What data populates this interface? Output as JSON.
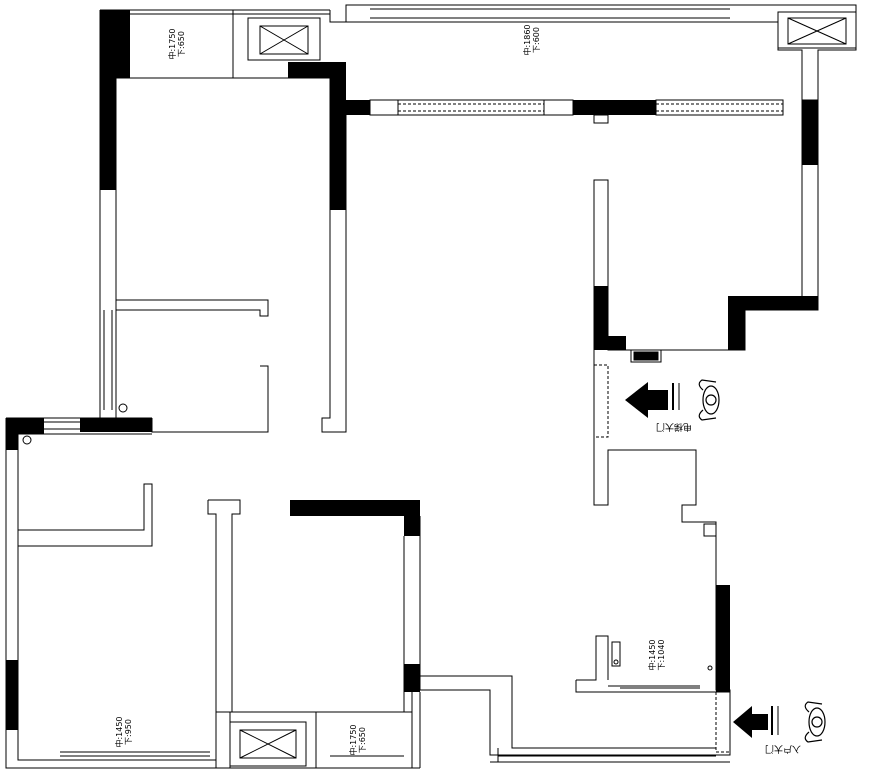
{
  "window_labels": {
    "top_left": {
      "line1": "中:1750",
      "line2": "下:650"
    },
    "top_center": {
      "line1": "中:1860",
      "line2": "下:600"
    },
    "right_middle": {
      "line1": "中:1450",
      "line2": "下:1040"
    },
    "bottom_left": {
      "line1": "中:1450",
      "line2": "下:950"
    },
    "bottom_mid": {
      "line1": "中:1750",
      "line2": "下:650"
    }
  },
  "doors": {
    "elevator_door": {
      "label": "电梯大门"
    },
    "entry_door": {
      "label": "入户大门"
    }
  },
  "colors": {
    "wall_fill": "#000000",
    "line": "#000000",
    "background": "#ffffff"
  },
  "icons": [
    "up-arrow-icon",
    "person-icon",
    "vent-icon"
  ]
}
